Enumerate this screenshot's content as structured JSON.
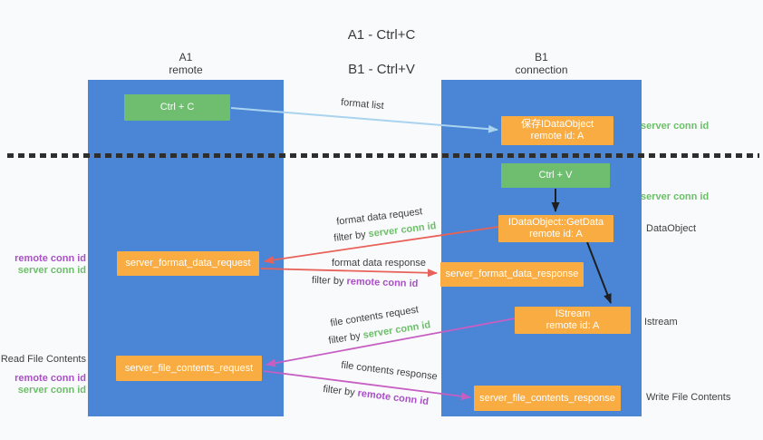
{
  "title": {
    "line1": "A1 - Ctrl+C",
    "line2": "B1 - Ctrl+V"
  },
  "columns": {
    "left": {
      "name": "A1",
      "role": "remote"
    },
    "right": {
      "name": "B1",
      "role": "connection"
    }
  },
  "nodes": {
    "ctrl_c": {
      "label": "Ctrl + C"
    },
    "save_idataobject": {
      "line1": "保存IDataObject",
      "line2": "remote id: A"
    },
    "ctrl_v": {
      "label": "Ctrl + V"
    },
    "getdata": {
      "line1": "IDataObject::GetData",
      "line2": "remote id: A"
    },
    "istream": {
      "line1": "IStream",
      "line2": "remote id: A"
    },
    "format_request": {
      "label": "server_format_data_request"
    },
    "format_response": {
      "label": "server_format_data_response"
    },
    "file_request": {
      "label": "server_file_contents_request"
    },
    "file_response": {
      "label": "server_file_contents_response"
    }
  },
  "edges": {
    "format_list": {
      "label": "format list"
    },
    "format_data_request": {
      "label": "format data request",
      "filter_prefix": "filter by ",
      "filter_value": "server conn id"
    },
    "format_data_response": {
      "label": "format data response",
      "filter_prefix": "filter by ",
      "filter_value": "remote conn id"
    },
    "file_contents_request": {
      "label": "file contents request",
      "filter_prefix": "filter by ",
      "filter_value": "server conn id"
    },
    "file_contents_response": {
      "label": "file contents response",
      "filter_prefix": "filter by ",
      "filter_value": "remote conn id"
    }
  },
  "annotations": {
    "left": {
      "remote_conn_id_top": "remote conn id",
      "server_conn_id_top": "server conn id",
      "read_file_contents": "Read File Contents",
      "remote_conn_id_bottom": "remote conn id",
      "server_conn_id_bottom": "server conn id"
    },
    "right": {
      "server_conn_id_top": "server conn id",
      "server_conn_id_mid": "server conn id",
      "dataobject": "DataObject",
      "istream": "Istream",
      "write_file_contents": "Write File Contents"
    }
  },
  "colors": {
    "column_blue": "#4a85d6",
    "box_green": "#6fbe70",
    "box_orange": "#f9ac41",
    "text_green": "#6cbf69",
    "text_purple": "#ab4fc8",
    "arrow_red": "#e8625a",
    "arrow_magenta": "#c75fc3",
    "arrow_blue": "#a9d3ee",
    "arrow_black": "#1f1f1f",
    "label_dark": "#3f3f3f",
    "bg": "#f9fafb"
  }
}
